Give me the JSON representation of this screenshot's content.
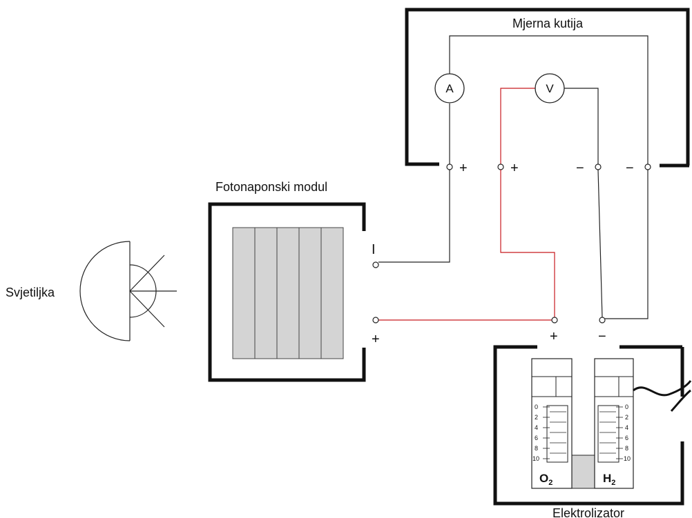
{
  "labels": {
    "lamp": "Svjetiljka",
    "pv_module": "Fotonaponski modul",
    "measurement_box": "Mjerna kutija",
    "electrolyzer": "Elektrolizator"
  },
  "meters": {
    "ammeter": "A",
    "voltmeter": "V"
  },
  "pv_terminals": {
    "current": "I",
    "plus": "+"
  },
  "box_terminals": [
    "+",
    "+",
    "−",
    "−"
  ],
  "electrolyzer_terminals": {
    "plus": "+",
    "minus": "−"
  },
  "gas_left": {
    "symbol": "O",
    "sub": "2"
  },
  "gas_right": {
    "symbol": "H",
    "sub": "2"
  },
  "scale_ticks": [
    "0",
    "2",
    "4",
    "6",
    "8",
    "10"
  ],
  "colors": {
    "wire": "#222222",
    "red_wire": "#c8191e",
    "panel_fill": "#d4d4d4"
  }
}
